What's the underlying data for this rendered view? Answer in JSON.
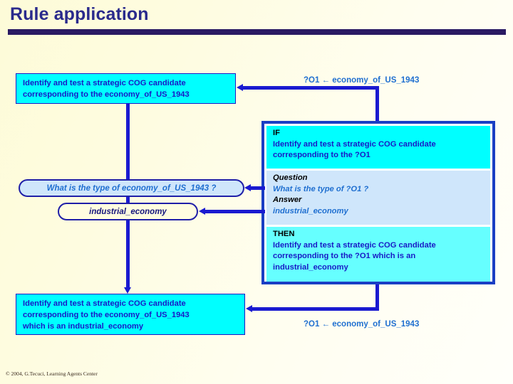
{
  "slide": {
    "title": "Rule application",
    "footer": "© 2004, G.Tecuci, Learning Agents Center",
    "background_color": "#fffde0",
    "title_color": "#2a2a8c",
    "rule_color": "#2a1a63",
    "accent_color": "#1a1ad0",
    "cyan": "#00ffff",
    "light_cyan": "#66ffff",
    "light_blue": "#cfe6fb"
  },
  "left_column": {
    "task_top": {
      "line1": "Identify and test a strategic COG candidate",
      "line2": "corresponding to the economy_of_US_1943"
    },
    "question_node": "What is the type of economy_of_US_1943 ?",
    "answer_node": "industrial_economy",
    "task_bottom": {
      "line1": "Identify and test a strategic COG candidate",
      "line2": "corresponding to the economy_of_US_1943",
      "line3": "which is an industrial_economy"
    }
  },
  "bindings": {
    "top": "?O1  ←  economy_of_US_1943",
    "bottom": "?O1  ←  economy_of_US_1943"
  },
  "rule": {
    "if": {
      "keyword": "IF",
      "line1": "Identify and test a strategic COG candidate",
      "line2": "corresponding to the ?O1"
    },
    "qa": {
      "question_keyword": "Question",
      "question_text": "What is the type of ?O1 ?",
      "answer_keyword": "Answer",
      "answer_text": "industrial_economy"
    },
    "then": {
      "keyword": "THEN",
      "line1": "Identify and test a strategic COG candidate",
      "line2": "corresponding to the ?O1 which is an",
      "line3": "industrial_economy"
    }
  }
}
